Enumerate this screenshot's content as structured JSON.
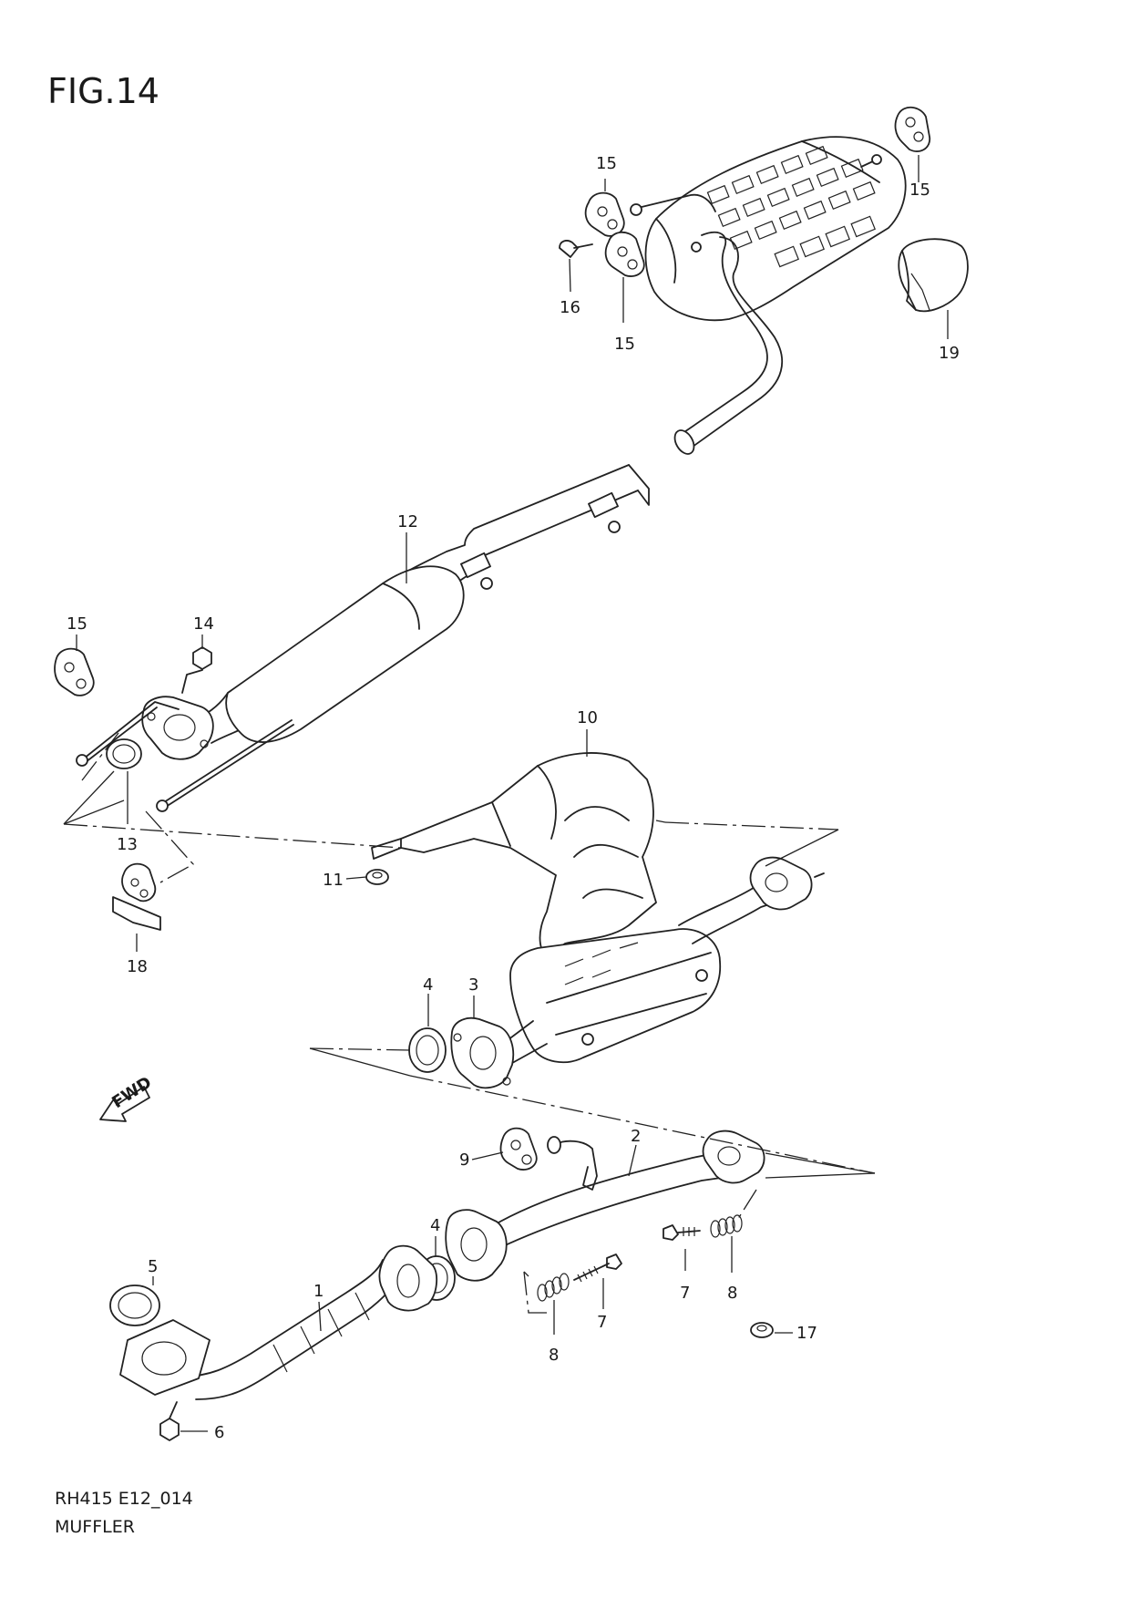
{
  "figure": {
    "title": "FIG.14",
    "drawing_code": "RH415 E12_014",
    "name": "MUFFLER"
  },
  "fwd_badge": "FWD",
  "callouts": [
    {
      "id": "c15a",
      "text": "15"
    },
    {
      "id": "c15b",
      "text": "15"
    },
    {
      "id": "c16",
      "text": "16"
    },
    {
      "id": "c15c",
      "text": "15"
    },
    {
      "id": "c19",
      "text": "19"
    },
    {
      "id": "c12",
      "text": "12"
    },
    {
      "id": "c15d",
      "text": "15"
    },
    {
      "id": "c14",
      "text": "14"
    },
    {
      "id": "c10",
      "text": "10"
    },
    {
      "id": "c13",
      "text": "13"
    },
    {
      "id": "c11",
      "text": "11"
    },
    {
      "id": "c18",
      "text": "18"
    },
    {
      "id": "c4a",
      "text": "4"
    },
    {
      "id": "c3",
      "text": "3"
    },
    {
      "id": "c2",
      "text": "2"
    },
    {
      "id": "c9",
      "text": "9"
    },
    {
      "id": "c4b",
      "text": "4"
    },
    {
      "id": "c5",
      "text": "5"
    },
    {
      "id": "c1",
      "text": "1"
    },
    {
      "id": "c7a",
      "text": "7"
    },
    {
      "id": "c8a",
      "text": "8"
    },
    {
      "id": "c7b",
      "text": "7"
    },
    {
      "id": "c8b",
      "text": "8"
    },
    {
      "id": "c17",
      "text": "17"
    },
    {
      "id": "c6",
      "text": "6"
    }
  ]
}
